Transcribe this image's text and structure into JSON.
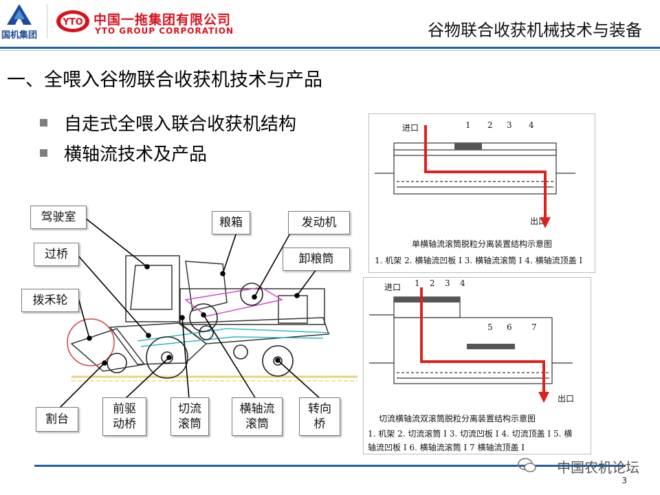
{
  "header": {
    "sinomach_logo_text": "国机集团",
    "yto_badge": "YTO",
    "yto_name_cn": "中国一拖集团有限公司",
    "yto_name_en": "YTO GROUP CORPORATION",
    "title": "谷物联合收获机械技术与装备"
  },
  "slide": {
    "title": "一、全喂入谷物联合收获机技术与产品",
    "bullets": [
      "自走式全喂入联合收获机结构",
      "横轴流技术及产品"
    ]
  },
  "diagram_labels": {
    "cab": "驾驶室",
    "bridge": "过桥",
    "reel": "拨禾轮",
    "header_platform": "割台",
    "grain_tank": "粮箱",
    "engine": "发动机",
    "unloader": "卸粮筒",
    "front_axle_l1": "前驱",
    "front_axle_l2": "动桥",
    "tangential_l1": "切流",
    "tangential_l2": "滚筒",
    "axial_l1": "横轴流",
    "axial_l2": "滚筒",
    "steer_l1": "转向",
    "steer_l2": "桥"
  },
  "top_panel": {
    "inlet": "进口",
    "outlet": "出口",
    "nums": [
      "1",
      "2",
      "3",
      "4"
    ],
    "caption": "单横轴流滚筒脱粒分离装置结构示意图",
    "legend": "1. 机架 2. 横轴流凹板 I  3. 横轴流滚筒 I  4. 横轴流顶盖 I"
  },
  "bottom_panel": {
    "inlet": "进口",
    "outlet": "出口",
    "nums_top": [
      "1",
      "2",
      "3",
      "4"
    ],
    "nums_mid": [
      "5",
      "6",
      "7"
    ],
    "caption": "切流横轴流双滚筒脱粒分离装置结构示意图",
    "legend_1": "1. 机架  2. 切流滚筒 I  3. 切流凹板 I  4. 切流顶盖 I  5. 横",
    "legend_2": "轴流凹板 I  6. 横轴流滚筒 I  7 横轴流顶盖 I"
  },
  "footer": {
    "watermark": "中国农机论坛",
    "page": "3"
  },
  "colors": {
    "accent_blue": "#1f5fa8",
    "flow_red": "#e0201a",
    "brand_red": "#d8121d"
  }
}
